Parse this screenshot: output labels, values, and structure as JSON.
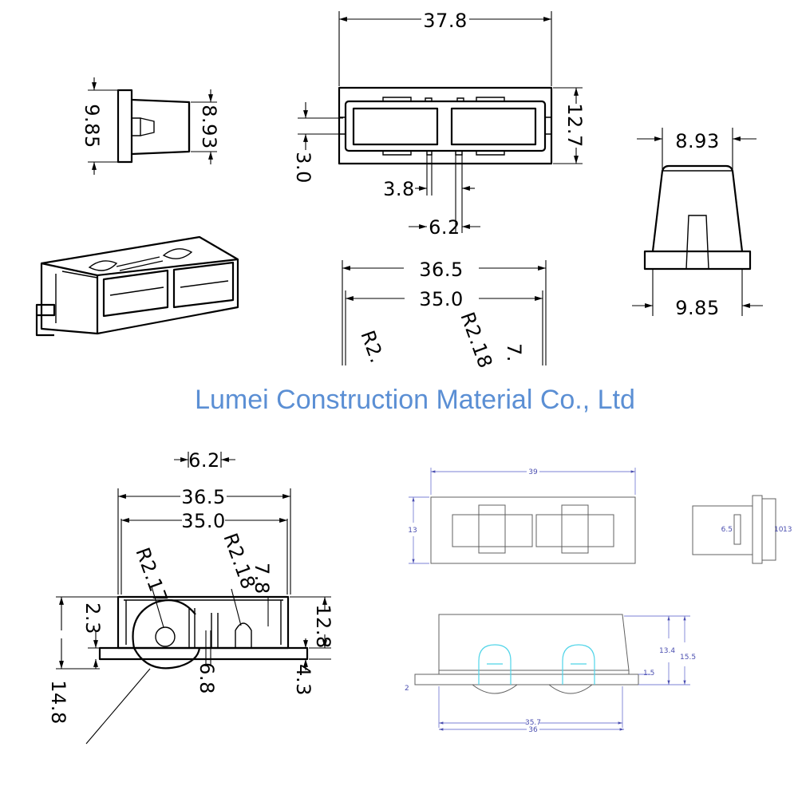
{
  "company": "Lumei Construction Material Co., Ltd",
  "top_view": {
    "width": "37.8",
    "height": "12.7",
    "slot": "3.0",
    "gap_small": "3.8",
    "gap_large": "6.2"
  },
  "side_view": {
    "left": "9.85",
    "right": "8.93"
  },
  "end_view": {
    "top": "8.93",
    "bottom": "9.85"
  },
  "section_top": {
    "outer": "36.5",
    "inner": "35.0",
    "radius_left": "R2.",
    "radius_right": "R2.18",
    "depth": "7."
  },
  "section_bottom": {
    "pitch": "6.2",
    "outer": "36.5",
    "inner": "35.0",
    "radius_left": "R2.17",
    "radius_right": "R2.18",
    "depth": "7.8",
    "ledge": "2.3",
    "height": "12.8",
    "base": "4.3",
    "total": "14.8",
    "post": "6.8"
  },
  "sketch_top": {
    "width": "39",
    "height_left": "13",
    "slot": "6.5",
    "side_a": "10",
    "side_b": "13"
  },
  "sketch_bottom": {
    "h1": "13.4",
    "h2": "15.5",
    "step": "1.5",
    "flange": "2",
    "inner": "35.7",
    "outer": "36"
  }
}
